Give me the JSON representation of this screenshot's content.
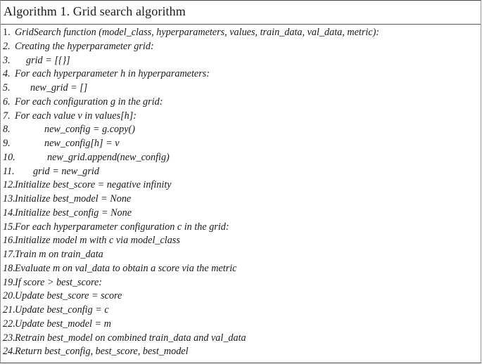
{
  "algorithm": {
    "title": "Algorithm 1. Grid search algorithm",
    "lines": [
      {
        "num": "1.",
        "text": "GridSearch function (model_class, hyperparameters, values, train_data, val_data, metric):"
      },
      {
        "num": "2.",
        "text": "Creating the hyperparameter grid:"
      },
      {
        "num": "3.",
        "text": "grid = [{}]"
      },
      {
        "num": "4.",
        "text": "For each hyperparameter h in hyperparameters:"
      },
      {
        "num": "5.",
        "text": "new_grid = []"
      },
      {
        "num": "6.",
        "text": "For each configuration g in the grid:"
      },
      {
        "num": "7.",
        "text": "For each value v in values[h]:"
      },
      {
        "num": "8.",
        "text": "new_config = g.copy()"
      },
      {
        "num": "9.",
        "text": "new_config[h] = v"
      },
      {
        "num": "10.",
        "text": "new_grid.append(new_config)"
      },
      {
        "num": "11.",
        "text": "grid = new_grid"
      },
      {
        "num": "12.",
        "text": "Initialize best_score = negative infinity"
      },
      {
        "num": "13.",
        "text": "Initialize best_model = None"
      },
      {
        "num": "14.",
        "text": "Initialize best_config = None"
      },
      {
        "num": "15.",
        "text": "For each hyperparameter configuration c in the grid:"
      },
      {
        "num": "16.",
        "text": "Initialize model m with c via model_class"
      },
      {
        "num": "17.",
        "text": "Train m on train_data"
      },
      {
        "num": "18.",
        "text": "Evaluate m on val_data to obtain a score via the metric"
      },
      {
        "num": "19.",
        "text": "If score > best_score:"
      },
      {
        "num": "20.",
        "text": "Update best_score = score"
      },
      {
        "num": "21.",
        "text": "Update best_config = c"
      },
      {
        "num": "22.",
        "text": "Update best_model = m"
      },
      {
        "num": "23.",
        "text": "Retrain best_model on combined train_data and val_data"
      },
      {
        "num": "24.",
        "text": "Return best_config, best_score, best_model"
      }
    ]
  }
}
